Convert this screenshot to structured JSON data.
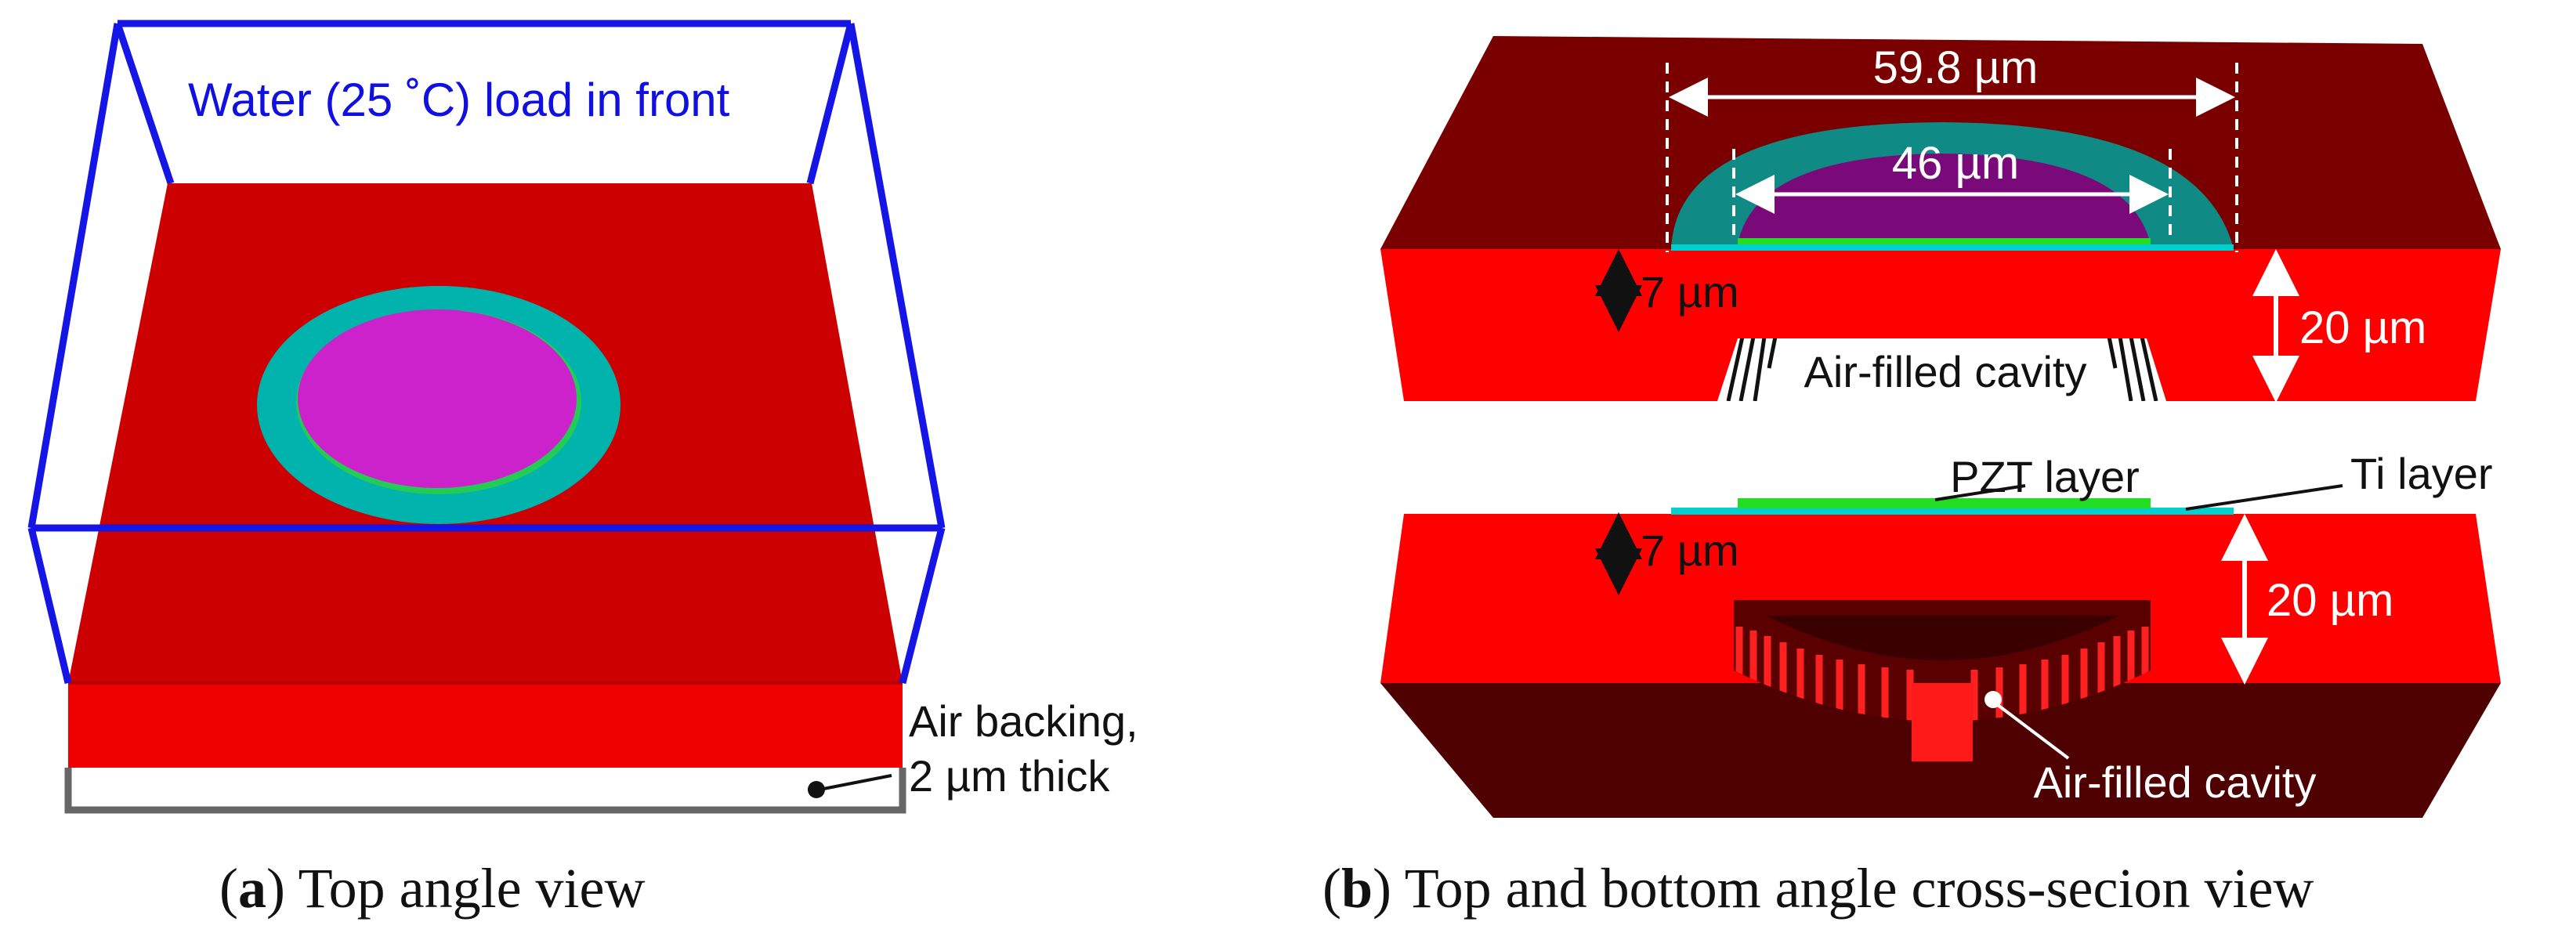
{
  "colors": {
    "substrate_top": "#cc0000",
    "substrate_side": "#ff0000",
    "substrate_dark": "#7a0000",
    "substrate_darker": "#4f0000",
    "ti_layer": "#00c8c8",
    "teal": "#0f8a84",
    "pzt": "#cc33cc",
    "pzt_dark": "#7a0a7a",
    "pzt_green": "#22dd22",
    "water_box": "#1515e6",
    "air_backing_frame": "#666666",
    "blue_label": "#1010e0",
    "dim_white": "#ffffff",
    "dim_black": "#111111"
  },
  "panel_a": {
    "water_label": "Water (25 ˚C) load in front",
    "air_backing_line1": "Air backing,",
    "air_backing_line2": "2 µm thick",
    "caption_letter": "a",
    "caption_text": " Top angle view"
  },
  "panel_b": {
    "dim_outer": "59.8 µm",
    "dim_inner": "46 µm",
    "dim_membrane_top": "7 µm",
    "dim_thickness_top": "20 µm",
    "cavity_top": "Air-filled cavity",
    "pzt_label": "PZT layer",
    "ti_label": "Ti layer",
    "dim_membrane_bottom": "7 µm",
    "dim_thickness_bottom": "20 µm",
    "cavity_bottom": "Air-filled cavity",
    "caption_letter": "b",
    "caption_text": " Top and bottom angle cross-secion view"
  }
}
